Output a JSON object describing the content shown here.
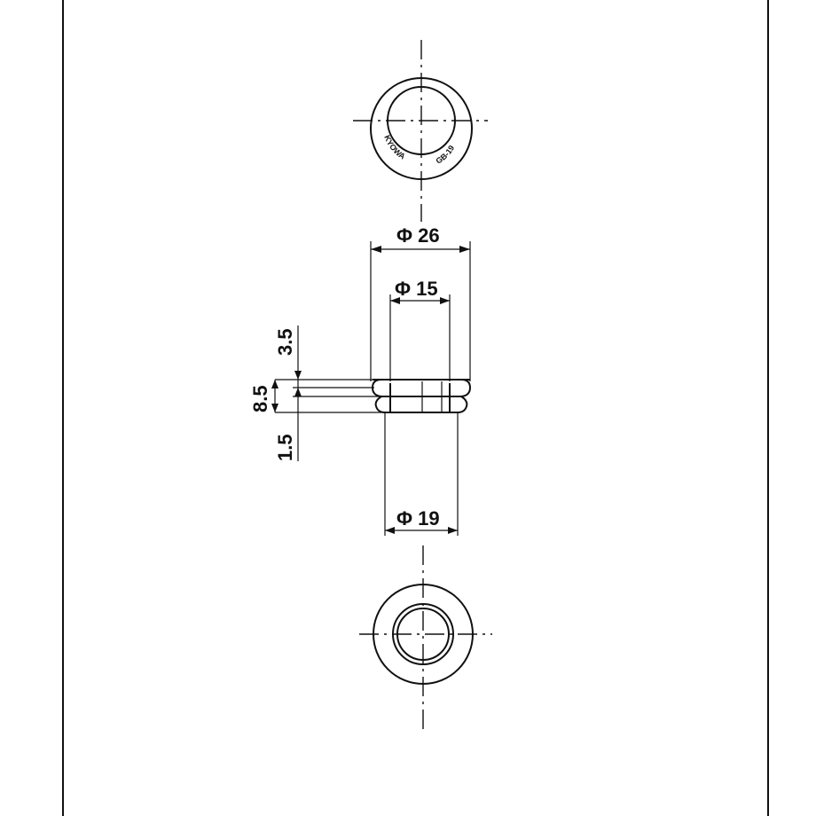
{
  "drawing": {
    "dimensions": {
      "outer_diameter": "Φ 26",
      "inner_diameter": "Φ 15",
      "mount_diameter": "Φ 19",
      "top_height": "3.5",
      "groove_height": "8.5",
      "bottom_height": "1.5"
    },
    "marking": {
      "brand": "KYOWA",
      "part": "GB-19"
    },
    "colors": {
      "ink": "#111111",
      "paper": "#ffffff"
    }
  }
}
